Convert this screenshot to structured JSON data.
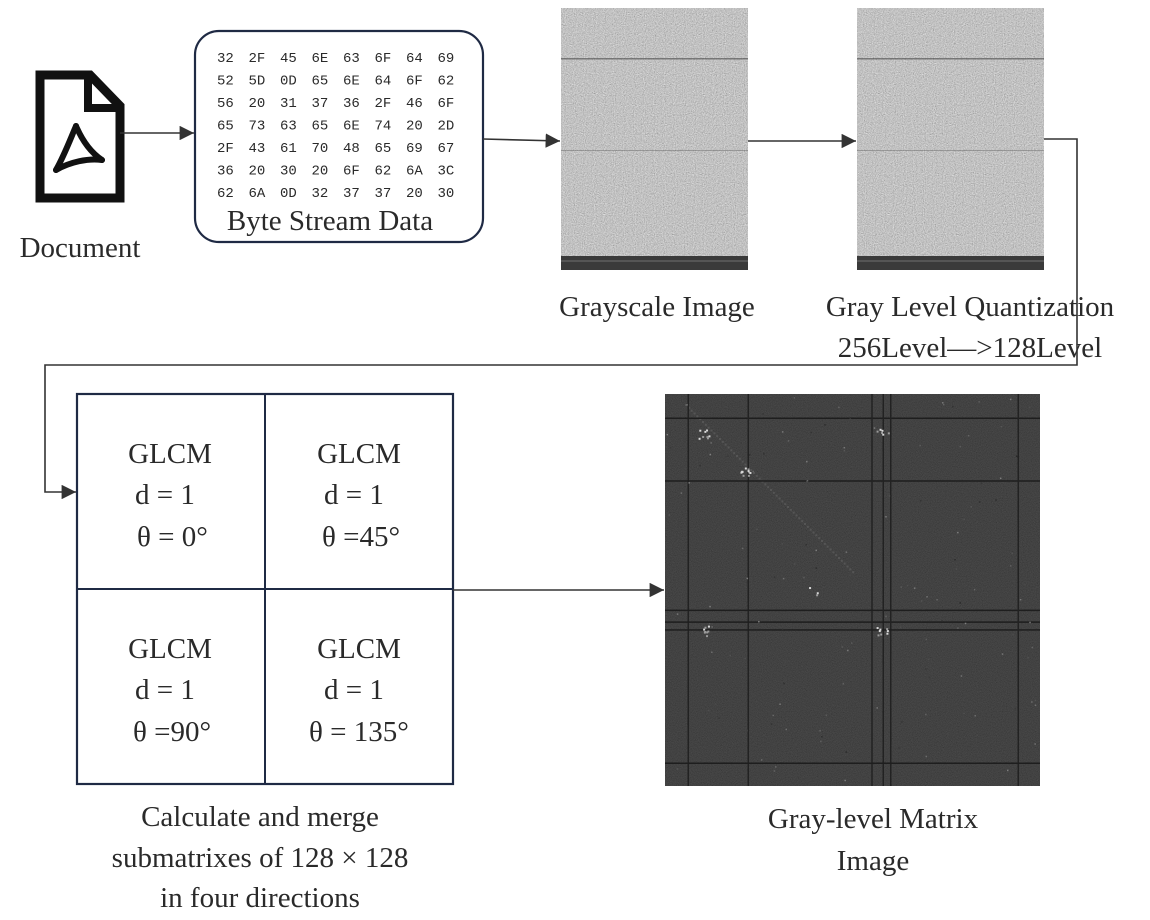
{
  "document": {
    "label": "Document",
    "icon": "pdf-file-icon"
  },
  "byte_stream": {
    "label": "Byte Stream Data",
    "rows": [
      [
        "32",
        "2F",
        "45",
        "6E",
        "63",
        "6F",
        "64",
        "69"
      ],
      [
        "52",
        "5D",
        "0D",
        "65",
        "6E",
        "64",
        "6F",
        "62"
      ],
      [
        "56",
        "20",
        "31",
        "37",
        "36",
        "2F",
        "46",
        "6F"
      ],
      [
        "65",
        "73",
        "63",
        "65",
        "6E",
        "74",
        "20",
        "2D"
      ],
      [
        "2F",
        "43",
        "61",
        "70",
        "48",
        "65",
        "69",
        "67"
      ],
      [
        "36",
        "20",
        "30",
        "20",
        "6F",
        "62",
        "6A",
        "3C"
      ],
      [
        "62",
        "6A",
        "0D",
        "32",
        "37",
        "37",
        "20",
        "30"
      ]
    ]
  },
  "grayscale": {
    "label": "Grayscale Image"
  },
  "quantization": {
    "label_line1": "Gray Level Quantization",
    "label_line2": "256Level—>128Level"
  },
  "glcm": {
    "cells": [
      {
        "name": "GLCM",
        "d": "d = 1",
        "theta": "θ = 0°"
      },
      {
        "name": "GLCM",
        "d": "d = 1",
        "theta": "θ =45°"
      },
      {
        "name": "GLCM",
        "d": "d = 1",
        "theta": "θ =90°"
      },
      {
        "name": "GLCM",
        "d": "d = 1",
        "theta": "θ = 135°"
      }
    ],
    "caption": [
      "Calculate and merge",
      "submatrixes of 128 × 128",
      "in four directions"
    ]
  },
  "matrix_image": {
    "caption": [
      "Gray-level Matrix",
      "Image"
    ]
  },
  "colors": {
    "line": "#333333",
    "text": "#2a2a2a",
    "box_border": "#1f2a44"
  }
}
